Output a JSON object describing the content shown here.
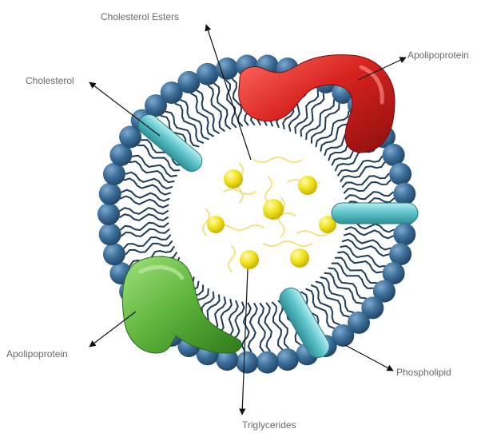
{
  "labels": {
    "cholesterol_esters": "Cholesterol Esters",
    "cholesterol": "Cholesterol",
    "apolipoprotein_right": "Apolipoprotein",
    "apolipoprotein_left": "Apolipoprotein",
    "phospholipid": "Phospholipid",
    "triglycerides": "Triglycerides"
  },
  "colors": {
    "phospholipid_head": "#3b6d97",
    "phospholipid_tail": "#1f3b59",
    "cholesterol_rod": "#5fc6cc",
    "apolipoprotein_red": "#d8231f",
    "apolipoprotein_green": "#5cb33a",
    "core_lipid": "#f1e21a",
    "leader_line": "#111111",
    "label_text": "#6a6a6a"
  },
  "icons": {
    "membrane": "phospholipid-bilayer-icon",
    "rods": "cholesterol-rod-icon",
    "proteins": "apolipoprotein-icon",
    "core": "lipid-droplet-icon"
  }
}
